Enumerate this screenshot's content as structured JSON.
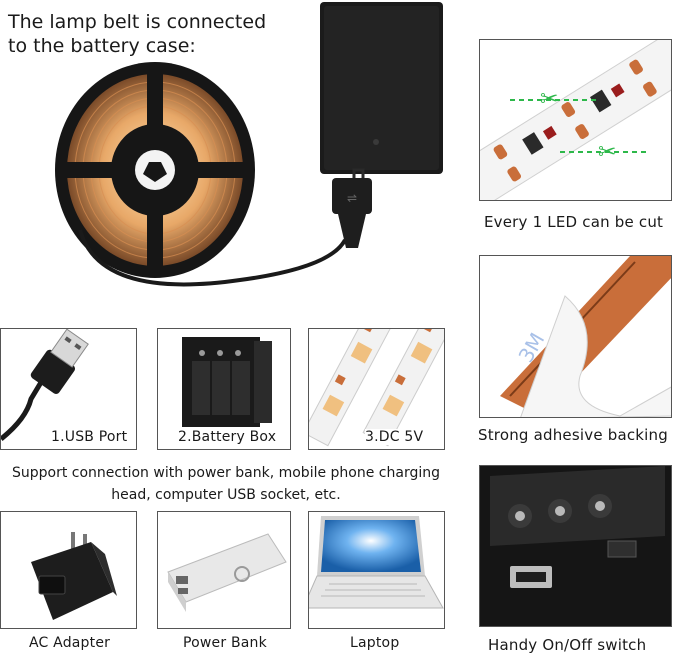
{
  "hero": {
    "title_line1": "The lamp belt is connected",
    "title_line2": "to the battery case:"
  },
  "features": {
    "cut": "Every 1 LED can be cut",
    "adhesive": "Strong adhesive backing",
    "switch": "Handy On/Off switch"
  },
  "parts": [
    {
      "label": "1.USB Port"
    },
    {
      "label": "2.Battery Box"
    },
    {
      "label": "3.DC 5V"
    }
  ],
  "support": {
    "line1": "Support connection with power bank, mobile phone charging",
    "line2": "head, computer USB socket, etc."
  },
  "sources": [
    {
      "label": "AC Adapter"
    },
    {
      "label": "Power Bank"
    },
    {
      "label": "Laptop"
    }
  ],
  "icons": {
    "scissors": "scissors-icon",
    "led_strip": "led-strip",
    "battery_case": "battery-case",
    "usb_plug": "usb-plug-icon"
  },
  "colors": {
    "cut_line": "#2db84a",
    "led_glow": "#f2c07a",
    "strip_copper": "#c96e3a"
  }
}
